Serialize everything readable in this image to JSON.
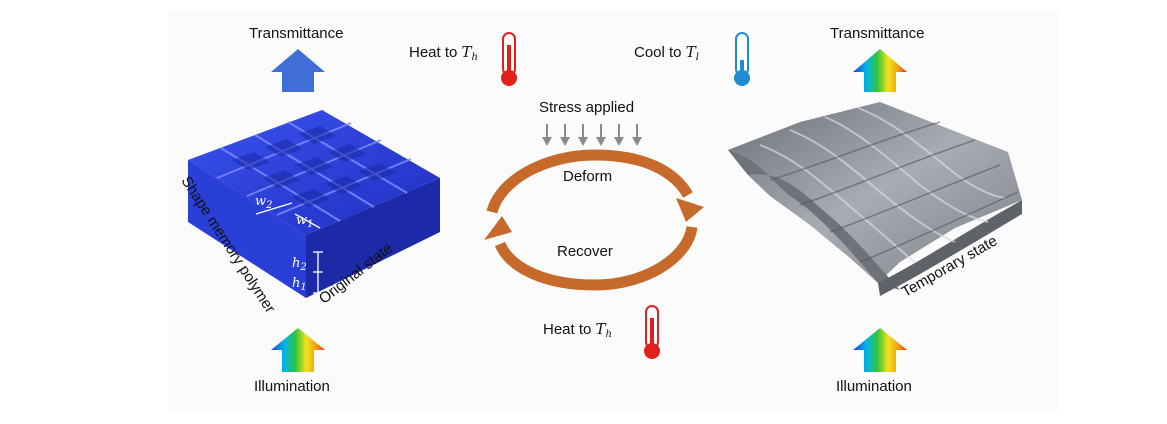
{
  "left": {
    "top_label": "Transmittance",
    "bottom_label": "Illumination",
    "side_label": "Shape memory polymer",
    "state_label": "Original state",
    "dims": {
      "w2": "w",
      "w2_sub": "2",
      "w1": "w",
      "w1_sub": "1",
      "h2": "h",
      "h2_sub": "2",
      "h1": "h",
      "h1_sub": "1"
    },
    "sample_color": "#3345e0",
    "arrow_color": "#3f6fd6"
  },
  "center": {
    "heat_top_text": "Heat to ",
    "heat_top_var": "T",
    "heat_top_sub": "h",
    "cool_text": "Cool to ",
    "cool_var": "T",
    "cool_sub": "l",
    "stress_label": "Stress applied",
    "deform_label": "Deform",
    "recover_label": "Recover",
    "heat_bottom_text": "Heat to ",
    "heat_bottom_var": "T",
    "heat_bottom_sub": "h",
    "cycle_color": "#c56a2b",
    "stress_arrow_color": "#8a8a8a",
    "hot_color": "#e0201c",
    "cold_color": "#1f8bd0"
  },
  "right": {
    "top_label": "Transmittance",
    "bottom_label": "Illumination",
    "state_label": "Temporary state",
    "surface_color": "#8a8d94"
  }
}
